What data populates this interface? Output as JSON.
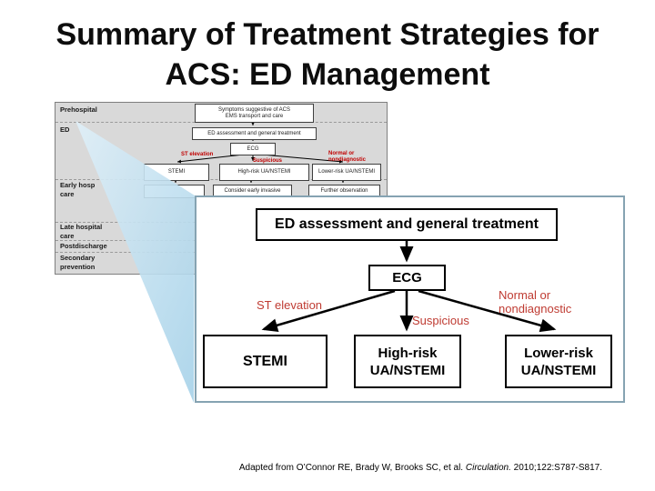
{
  "title": {
    "line1": "Summary of Treatment Strategies for",
    "line2": "ACS: ED Management"
  },
  "thumbnail": {
    "phases": {
      "prehospital": "Prehospital",
      "ed": "ED",
      "early_hosp": "Early hosp\ncare",
      "late_hospital": "Late hospital\ncare",
      "postdischarge": "Postdischarge",
      "secondary": "Secondary\nprevention"
    },
    "boxes": {
      "symptoms": "Symptoms suggestive of ACS\nEMS transport and care",
      "ed_assessment": "ED assessment and general treatment",
      "ecg": "ECG",
      "stemi": "STEMI",
      "high_risk": "High-risk UA/NSTEMI",
      "lower_risk": "Lower-risk UA/NSTEMI",
      "row2_left": "",
      "row2_mid": "Consider early invasive",
      "row2_right": "Further observation"
    },
    "branches": {
      "st_elevation": "ST elevation",
      "suspicious": "Suspicious",
      "normal": "Normal or\nnondiagnostic"
    }
  },
  "callout": {
    "ed_assessment": "ED assessment and general treatment",
    "ecg": "ECG",
    "branch_st": "ST elevation",
    "branch_suspicious": "Suspicious",
    "branch_normal": "Normal or\nnondiagnostic",
    "stemi": "STEMI",
    "high_risk": "High-risk\nUA/NSTEMI",
    "lower_risk": "Lower-risk\nUA/NSTEMI"
  },
  "citation": {
    "prefix": "Adapted from O’Connor RE, Brady W, Brooks SC, et al. ",
    "journal": "Circulation.",
    "suffix": " 2010;122:S787-S817."
  },
  "colors": {
    "red_label": "#bf3b32",
    "thumb_red_label": "#c00000",
    "thumb_background": "#d9d9d9",
    "callout_border": "#85a3b2",
    "beam_light": "#e0f0f9",
    "beam_dark": "#a5d1e8"
  }
}
